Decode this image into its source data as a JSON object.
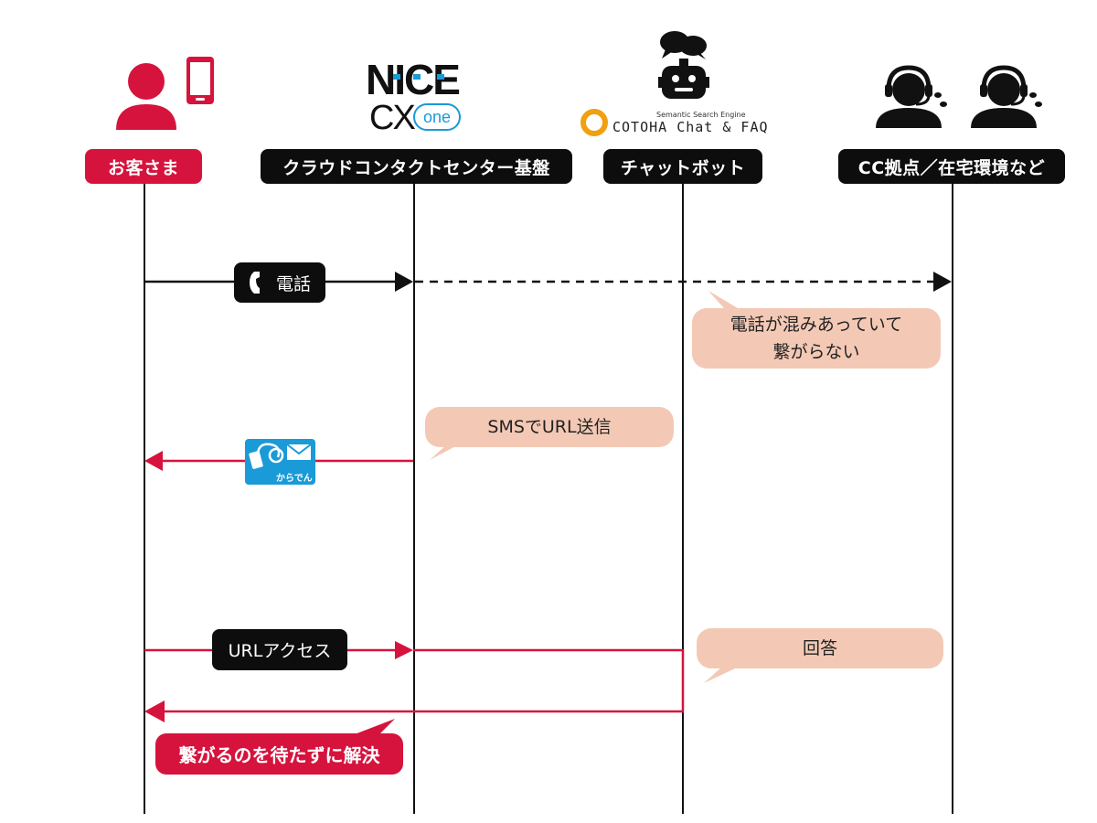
{
  "actors": [
    {
      "id": "customer",
      "label": "お客さま",
      "color": "#d6133d"
    },
    {
      "id": "platform",
      "label": "クラウドコンタクトセンター基盤",
      "color": "#0d0d0d"
    },
    {
      "id": "chatbot",
      "label": "チャットボット",
      "color": "#0d0d0d"
    },
    {
      "id": "cc",
      "label": "CC拠点／在宅環境など",
      "color": "#0d0d0d"
    }
  ],
  "logos": {
    "nice": "NICE",
    "cxone_cx": "CX",
    "cxone_one": "one",
    "cotoha_tagline": "Semantic Search Engine",
    "cotoha_name": "COTOHA Chat & FAQ",
    "karaden": "からでん"
  },
  "messages": {
    "call_label": "電話",
    "sms_bubble": "SMSでURL送信",
    "busy_bubble": "電話が混みあっていて\n繋がらない",
    "url_access_label": "URLアクセス",
    "answer_bubble": "回答",
    "result_label": "繋がるのを待たずに解決"
  },
  "colors": {
    "accent_red": "#d6133d",
    "black": "#0d0d0d",
    "bubble": "#f3c9b5",
    "karaden_blue": "#1a9ad7",
    "cotoha_orange": "#f0a010"
  },
  "icons": [
    "person-icon",
    "smartphone-icon",
    "chat-bubbles-icon",
    "robot-icon",
    "headset-operator-icon",
    "phone-handset-icon",
    "karaden-sms-icon"
  ]
}
